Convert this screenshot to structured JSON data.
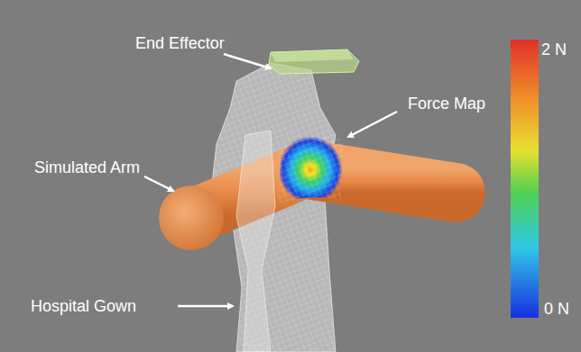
{
  "diagram": {
    "labels": [
      "End Effector",
      "Force Map",
      "Simulated Arm",
      "Hospital Gown",
      "2 N",
      "0 N"
    ]
  }
}
